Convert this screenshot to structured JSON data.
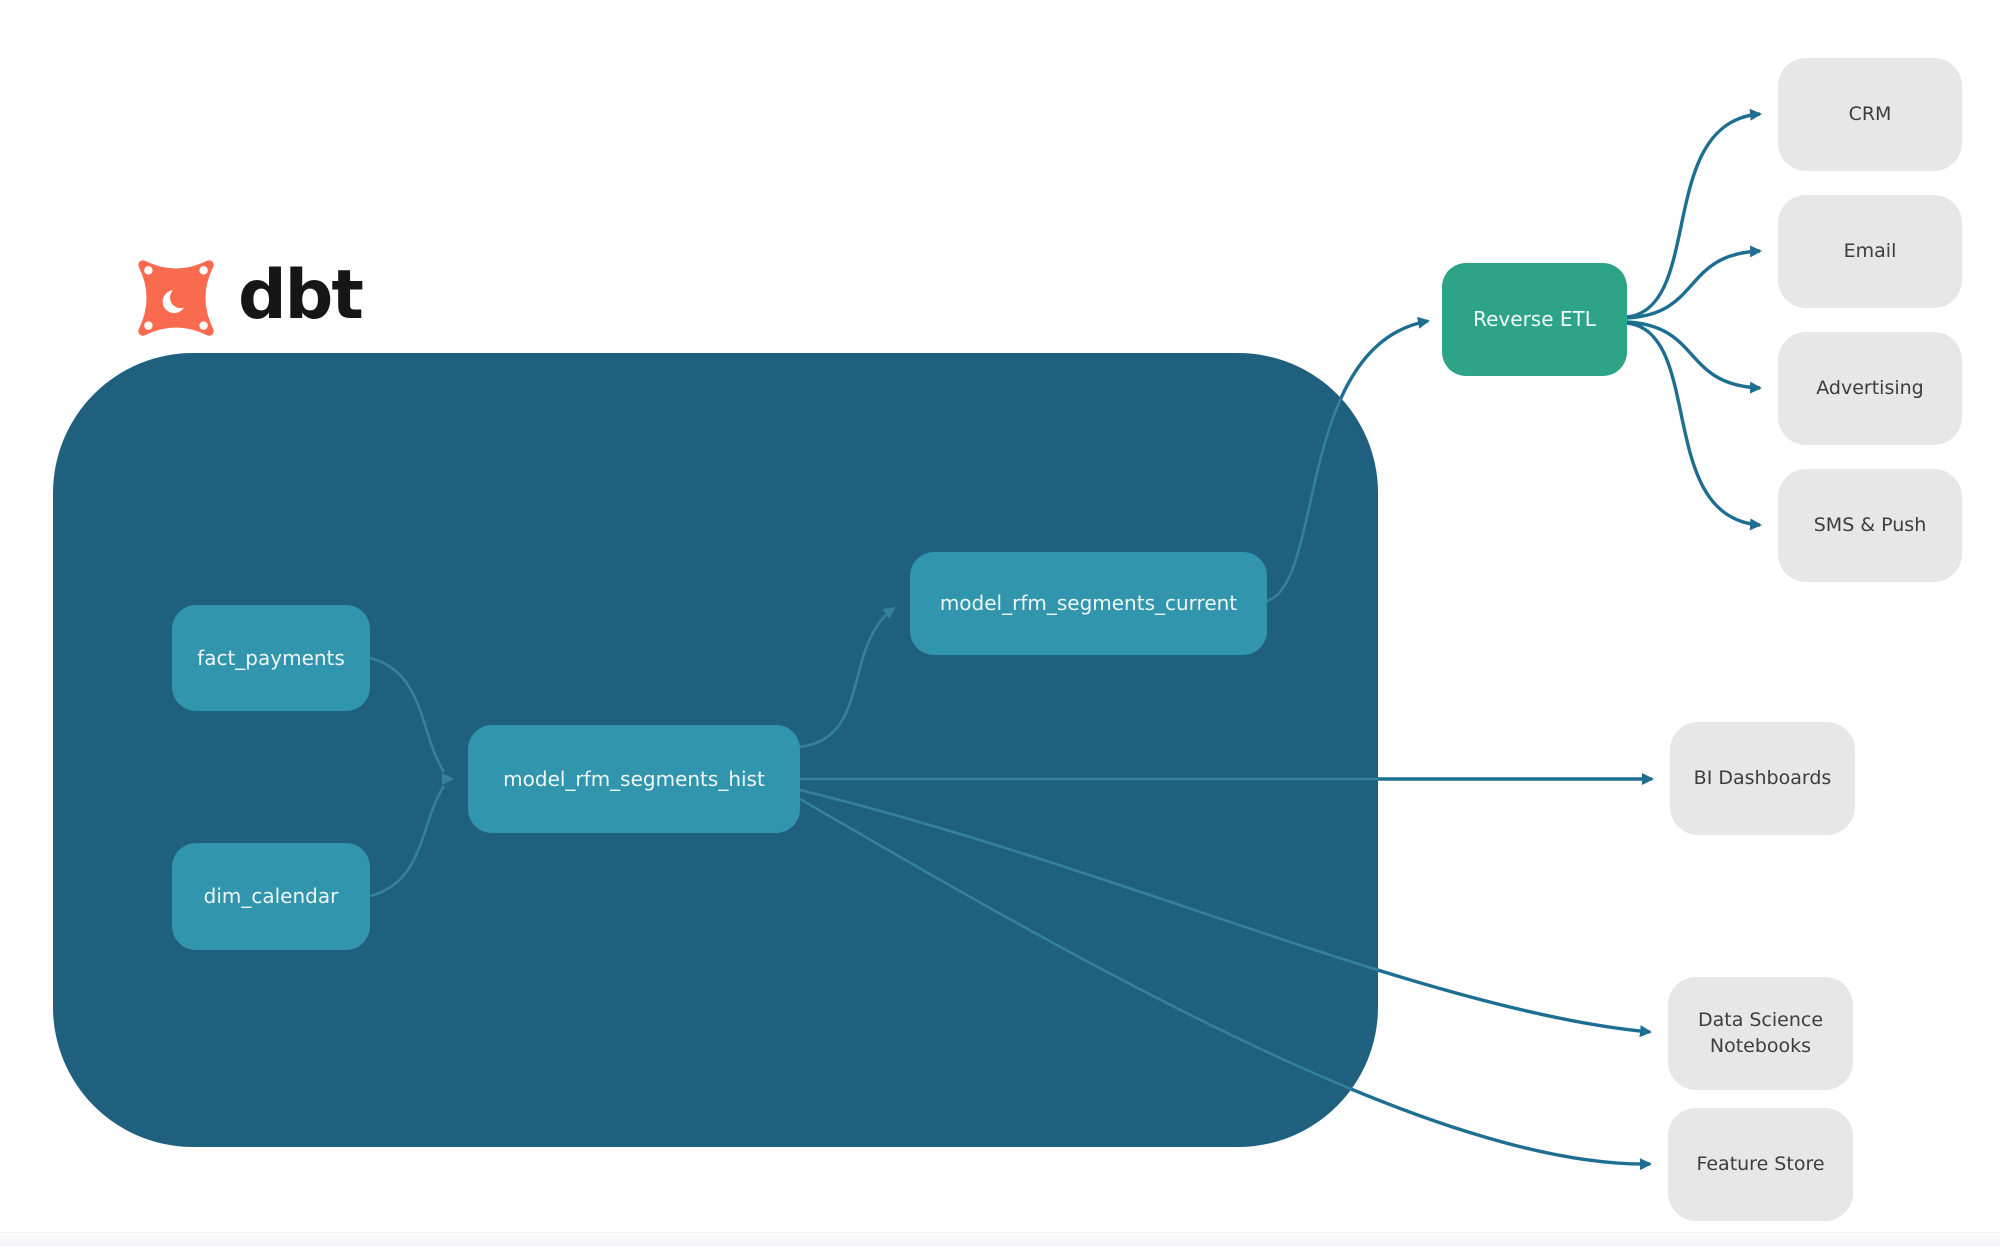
{
  "logo": {
    "brand": "dbt"
  },
  "nodes": {
    "fact_payments": "fact_payments",
    "dim_calendar": "dim_calendar",
    "model_rfm_segments_hist": "model_rfm_segments_hist",
    "model_rfm_segments_current": "model_rfm_segments_current",
    "reverse_etl": "Reverse ETL",
    "crm": "CRM",
    "email": "Email",
    "advertising": "Advertising",
    "sms_push": "SMS & Push",
    "bi_dashboards": "BI Dashboards",
    "data_science_notebooks": "Data Science Notebooks",
    "feature_store": "Feature Store"
  },
  "edges": [
    {
      "from": "fact_payments",
      "to": "model_rfm_segments_hist"
    },
    {
      "from": "dim_calendar",
      "to": "model_rfm_segments_hist"
    },
    {
      "from": "model_rfm_segments_hist",
      "to": "model_rfm_segments_current"
    },
    {
      "from": "model_rfm_segments_current",
      "to": "reverse_etl"
    },
    {
      "from": "reverse_etl",
      "to": "crm"
    },
    {
      "from": "reverse_etl",
      "to": "email"
    },
    {
      "from": "reverse_etl",
      "to": "advertising"
    },
    {
      "from": "reverse_etl",
      "to": "sms_push"
    },
    {
      "from": "model_rfm_segments_hist",
      "to": "bi_dashboards"
    },
    {
      "from": "model_rfm_segments_hist",
      "to": "data_science_notebooks"
    },
    {
      "from": "model_rfm_segments_hist",
      "to": "feature_store"
    }
  ],
  "colors": {
    "container": "#20607f",
    "node": "#3195ad",
    "node-text": "#eef6f8",
    "green": "#2da487",
    "gray": "#e7e7e7",
    "gray-text": "#3d3d3d",
    "edge-out": "#1d6e91",
    "edge-in": "#35809b",
    "logo-orange": "#f96a4f",
    "logo-text": "#161616"
  }
}
